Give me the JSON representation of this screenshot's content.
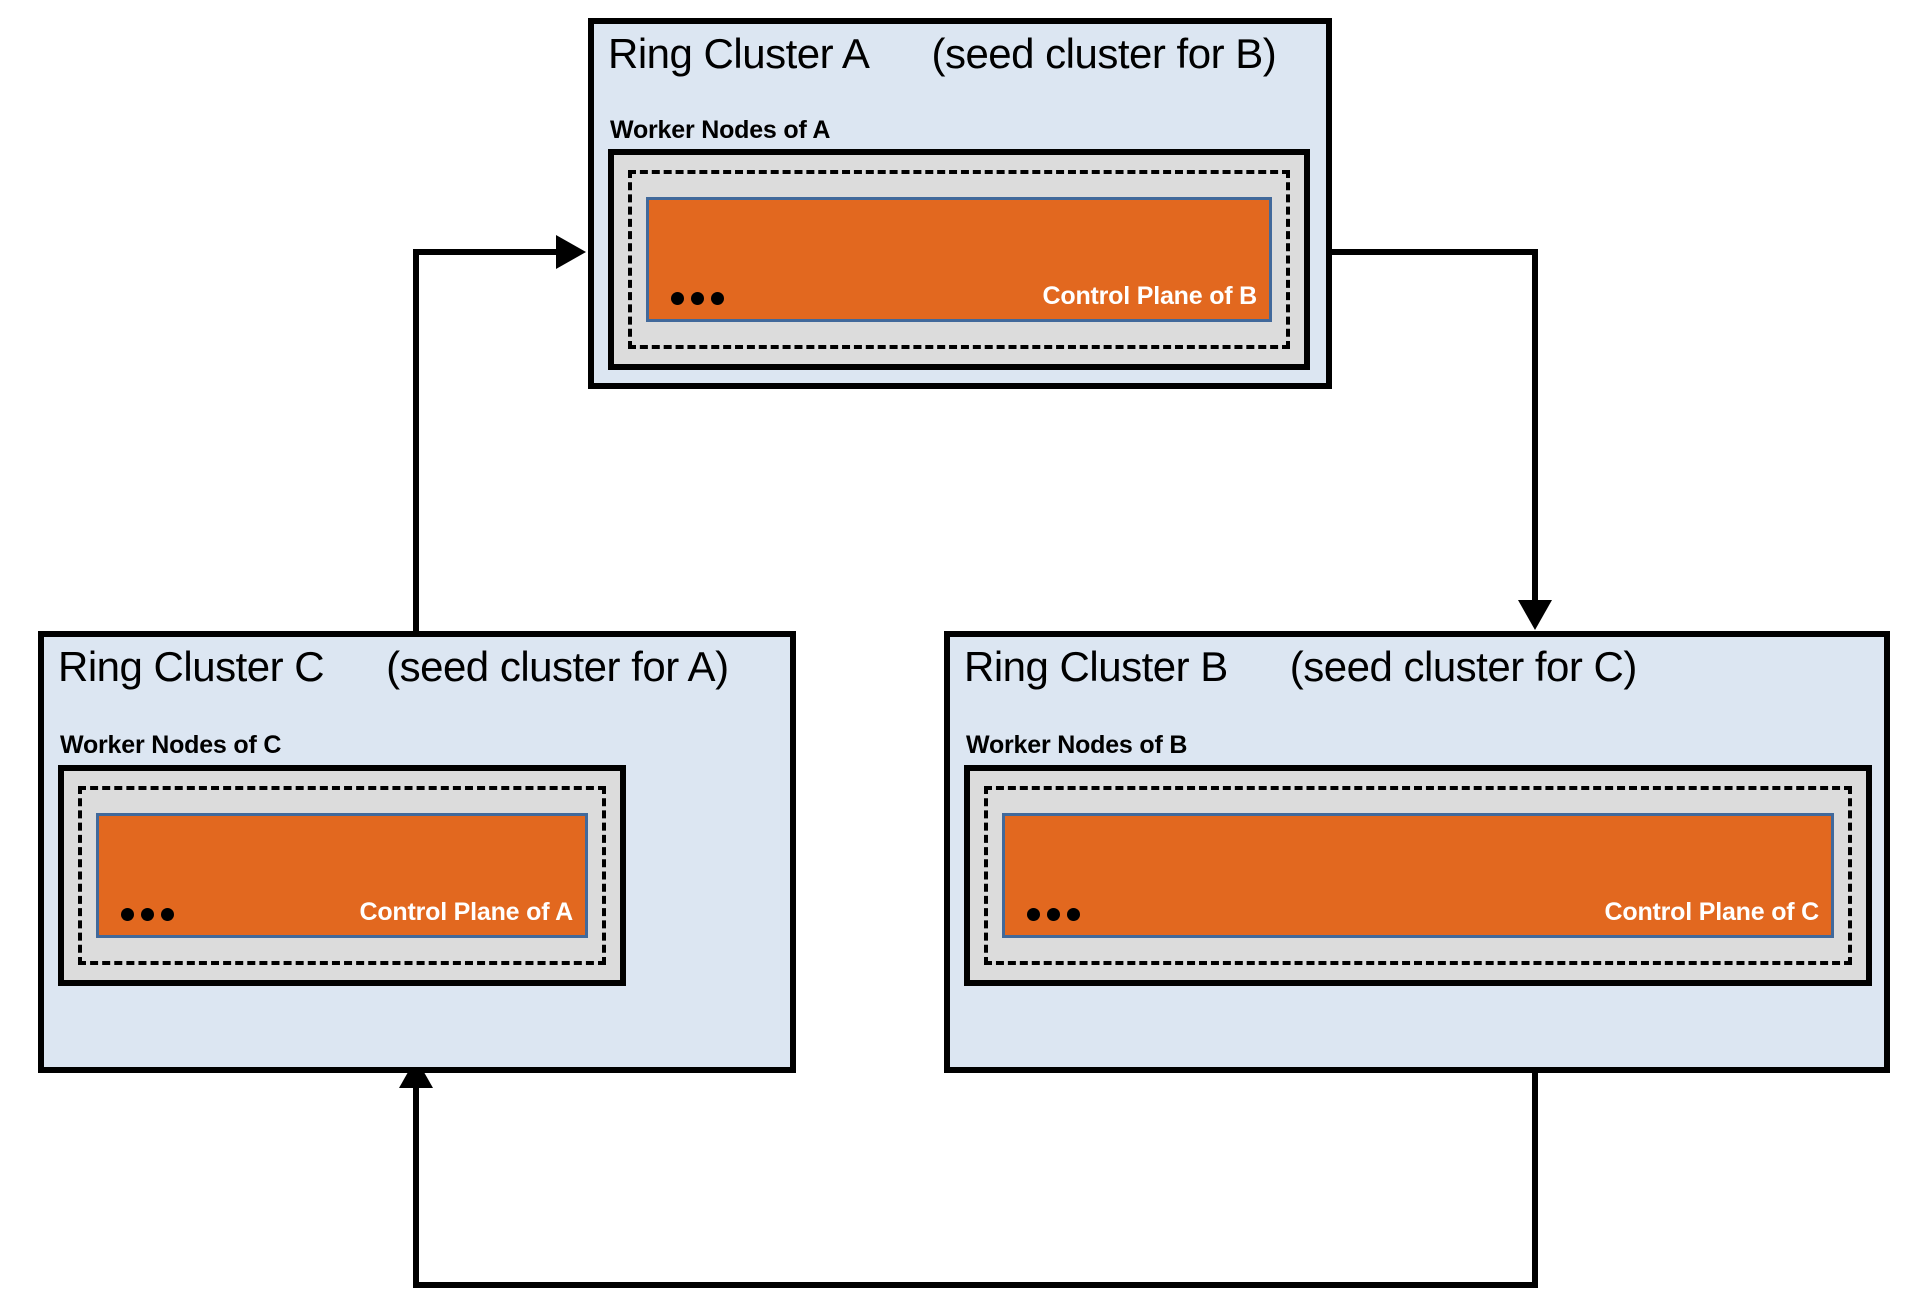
{
  "diagram": {
    "title_pattern": "Ring of Kubernetes clusters, each bootstrapping the next",
    "clusters": [
      {
        "id": "A",
        "name": "Ring Cluster A",
        "seed_note": "(seed cluster for B)",
        "worker_label": "Worker Nodes of A",
        "control_plane_label": "Control Plane of B",
        "ellipsis": "•••"
      },
      {
        "id": "B",
        "name": "Ring Cluster B",
        "seed_note": "(seed cluster for C)",
        "worker_label": "Worker Nodes of B",
        "control_plane_label": "Control Plane of C",
        "ellipsis": "•••"
      },
      {
        "id": "C",
        "name": "Ring Cluster C",
        "seed_note": "(seed cluster for A)",
        "worker_label": "Worker Nodes of C",
        "control_plane_label": "Control Plane of A",
        "ellipsis": "•••"
      }
    ],
    "connectors": [
      {
        "id": "a-to-b",
        "from": "Ring Cluster A",
        "to": "Ring Cluster B",
        "direction": "down"
      },
      {
        "id": "b-to-c",
        "from": "Ring Cluster B",
        "to": "Ring Cluster C",
        "direction": "up"
      },
      {
        "id": "c-to-a",
        "from": "Ring Cluster C",
        "to": "Ring Cluster A",
        "direction": "right"
      }
    ],
    "colors": {
      "cluster_fill": "#dce6f2",
      "worker_fill": "#dcdcdc",
      "control_plane_fill": "#e2681f",
      "control_plane_border": "#41699b",
      "stroke": "#000000",
      "label_text": "#ffffff"
    }
  }
}
